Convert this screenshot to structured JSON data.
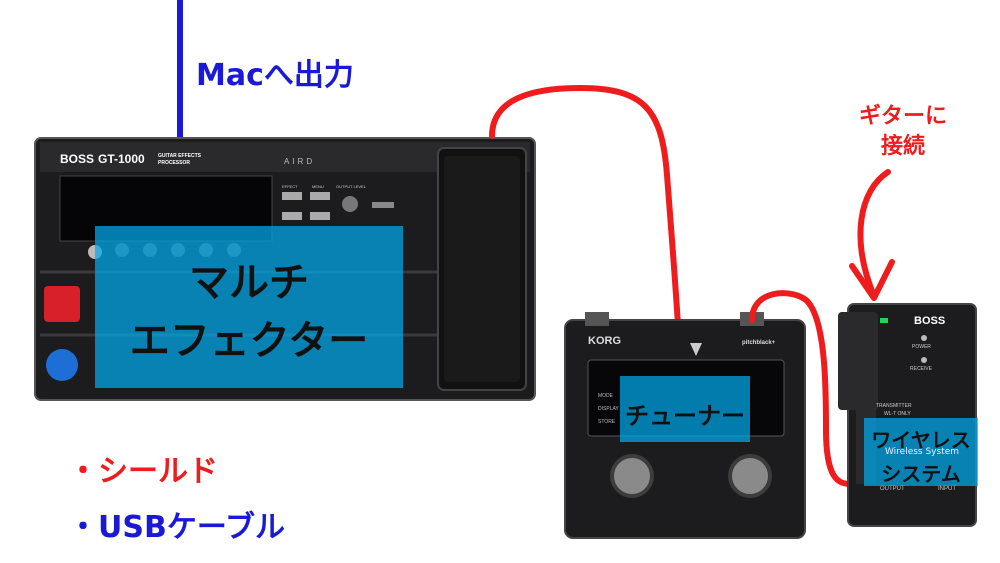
{
  "colors": {
    "usb_line": "#1a1ad6",
    "shield_line": "#ee1c1c",
    "overlay_box": "#00aaeb",
    "device_body": "#1c1c1e"
  },
  "labels": {
    "mac_output": "Macへ出力",
    "guitar_connect_line1": "ギターに",
    "guitar_connect_line2": "接続",
    "multi_effector_line1": "マルチ",
    "multi_effector_line2": "エフェクター",
    "tuner": "チューナー",
    "wireless_line1": "ワイヤレス",
    "wireless_line2": "システム"
  },
  "legend": {
    "shield": "・シールド",
    "usb_cable": "・USBケーブル"
  },
  "device_print": {
    "gt1000_brand": "BOSS",
    "gt1000_model": "GT-1000",
    "gt1000_sub1": "GUITAR EFFECTS",
    "gt1000_sub2": "PROCESSOR",
    "gt1000_aird": "AIRD",
    "gt1000_effect": "EFFECT",
    "gt1000_menu": "MENU",
    "gt1000_output_level": "OUTPUT LEVEL",
    "tuner_brand": "KORG",
    "tuner_model": "pitchblack+",
    "tuner_mode": "MODE",
    "tuner_display": "DISPLAY",
    "tuner_store": "STORE",
    "wl_brand": "BOSS",
    "wl_power": "POWER",
    "wl_receive": "RECEIVE",
    "wl_transmitter": "TRANSMITTER",
    "wl_model": "WL-T ONLY",
    "wl_system": "Wireless System",
    "wl_output": "OUTPUT",
    "wl_input": "INPUT"
  }
}
